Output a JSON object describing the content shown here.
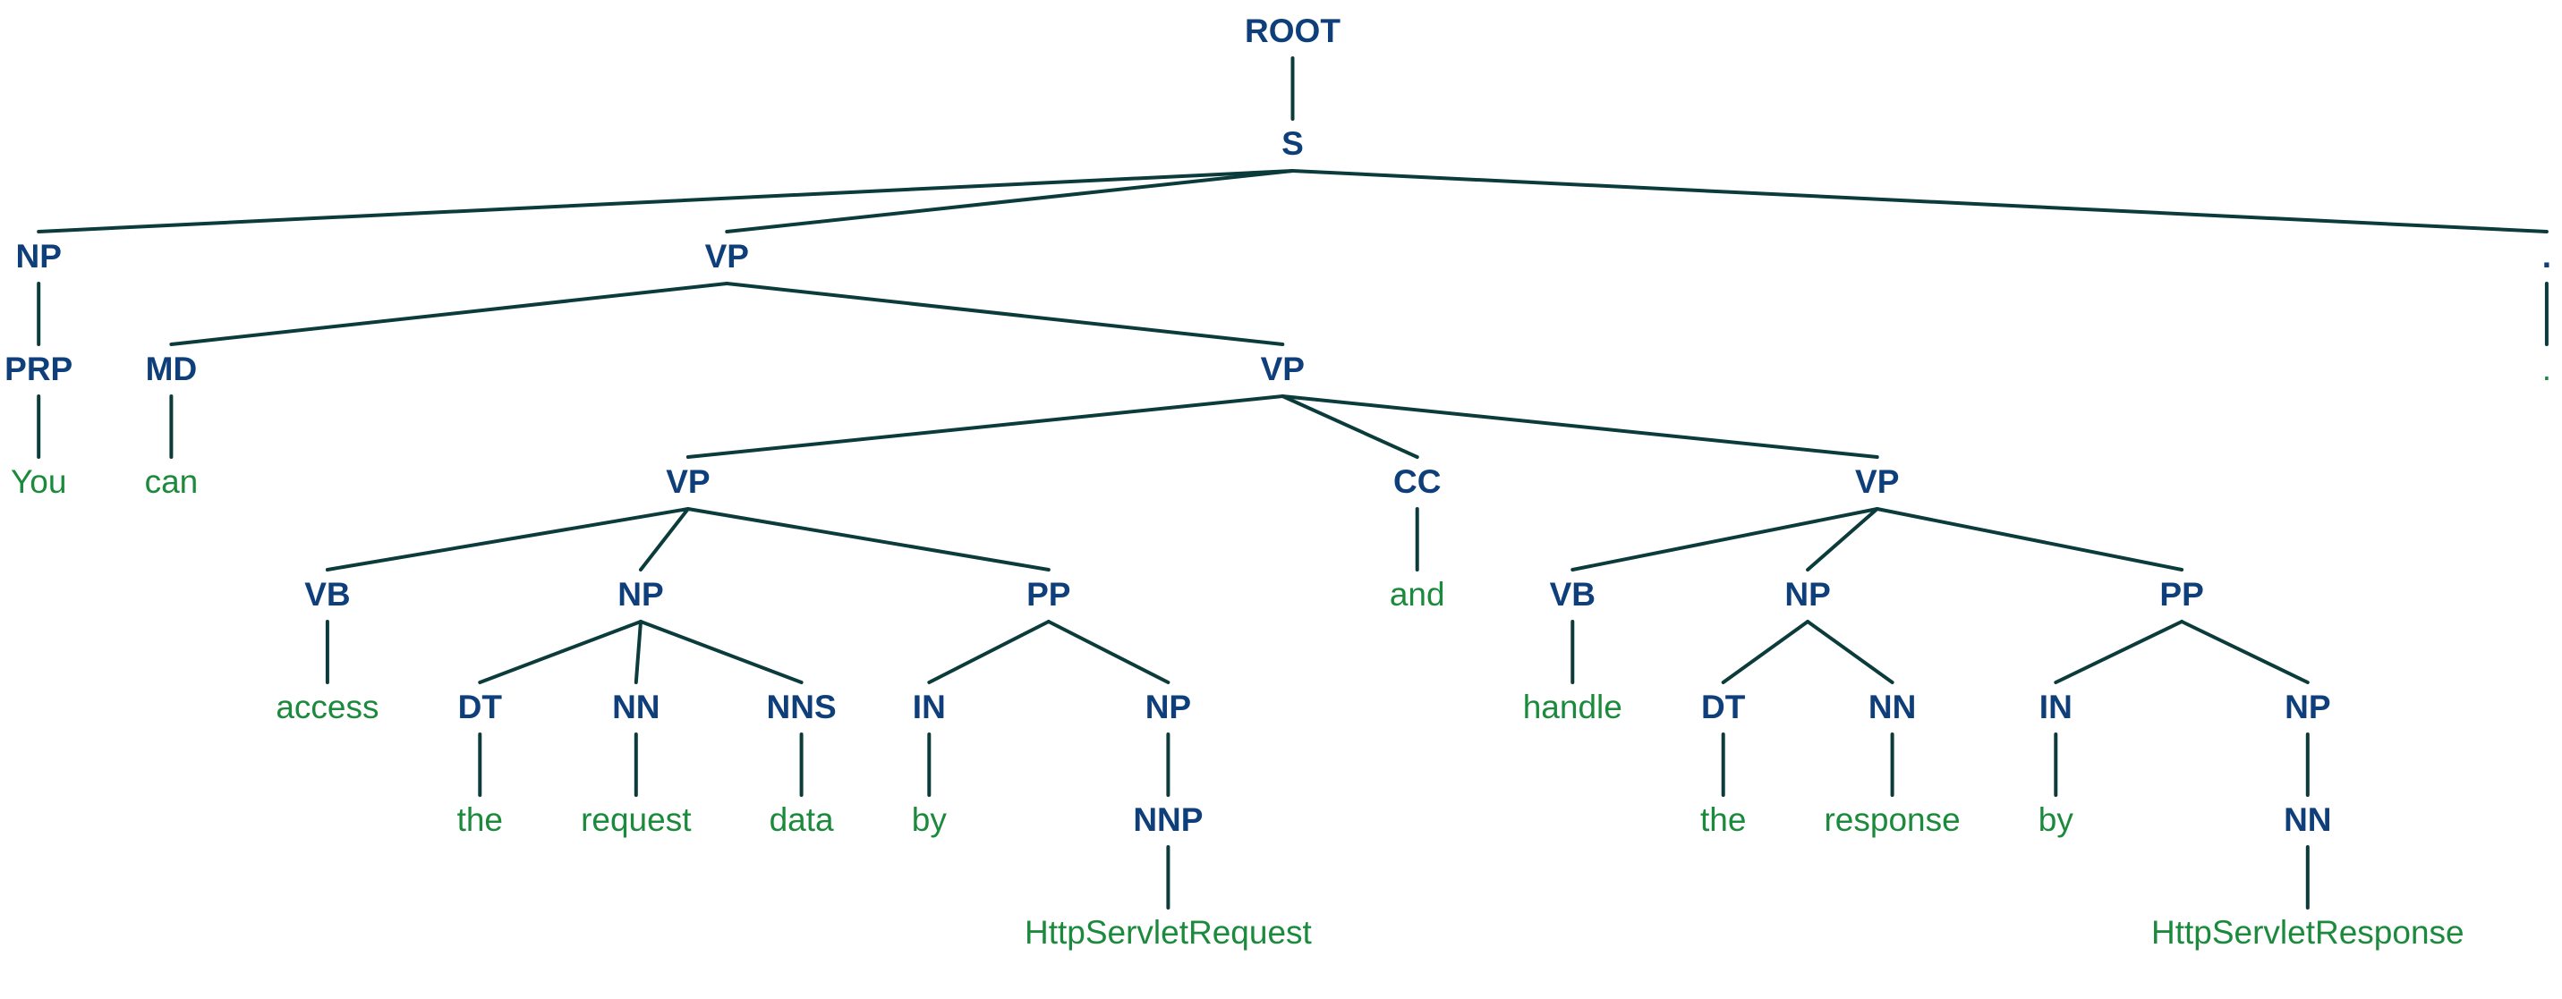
{
  "parse_tree": {
    "label": "ROOT",
    "children": [
      {
        "label": "S",
        "children": [
          {
            "label": "NP",
            "children": [
              {
                "label": "PRP",
                "children": [
                  {
                    "word": "You"
                  }
                ]
              }
            ]
          },
          {
            "label": "VP",
            "children": [
              {
                "label": "MD",
                "children": [
                  {
                    "word": "can"
                  }
                ]
              },
              {
                "label": "VP",
                "children": [
                  {
                    "label": "VP",
                    "children": [
                      {
                        "label": "VB",
                        "children": [
                          {
                            "word": "access"
                          }
                        ]
                      },
                      {
                        "label": "NP",
                        "children": [
                          {
                            "label": "DT",
                            "children": [
                              {
                                "word": "the"
                              }
                            ]
                          },
                          {
                            "label": "NN",
                            "children": [
                              {
                                "word": "request"
                              }
                            ]
                          },
                          {
                            "label": "NNS",
                            "children": [
                              {
                                "word": "data"
                              }
                            ]
                          }
                        ]
                      },
                      {
                        "label": "PP",
                        "children": [
                          {
                            "label": "IN",
                            "children": [
                              {
                                "word": "by"
                              }
                            ]
                          },
                          {
                            "label": "NP",
                            "children": [
                              {
                                "label": "NNP",
                                "children": [
                                  {
                                    "word": "HttpServletRequest"
                                  }
                                ]
                              }
                            ]
                          }
                        ]
                      }
                    ]
                  },
                  {
                    "label": "CC",
                    "children": [
                      {
                        "word": "and"
                      }
                    ]
                  },
                  {
                    "label": "VP",
                    "children": [
                      {
                        "label": "VB",
                        "children": [
                          {
                            "word": "handle"
                          }
                        ]
                      },
                      {
                        "label": "NP",
                        "children": [
                          {
                            "label": "DT",
                            "children": [
                              {
                                "word": "the"
                              }
                            ]
                          },
                          {
                            "label": "NN",
                            "children": [
                              {
                                "word": "response"
                              }
                            ]
                          }
                        ]
                      },
                      {
                        "label": "PP",
                        "children": [
                          {
                            "label": "IN",
                            "children": [
                              {
                                "word": "by"
                              }
                            ]
                          },
                          {
                            "label": "NP",
                            "children": [
                              {
                                "label": "NN",
                                "children": [
                                  {
                                    "word": "HttpServletResponse"
                                  }
                                ]
                              }
                            ]
                          }
                        ]
                      }
                    ]
                  }
                ]
              }
            ]
          },
          {
            "label": ".",
            "children": [
              {
                "word": "."
              }
            ]
          }
        ]
      }
    ]
  },
  "colors": {
    "tag": "#0f3f7a",
    "word": "#1c8a3c",
    "edge": "#0b3b3b"
  }
}
